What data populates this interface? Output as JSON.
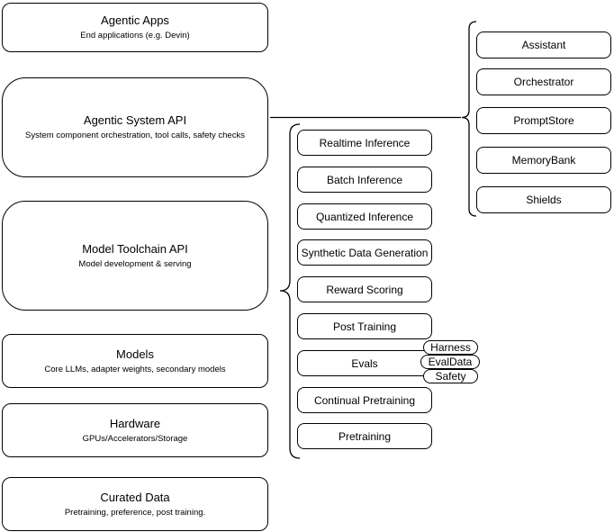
{
  "stack": [
    {
      "title": "Agentic Apps",
      "subtitle": "End applications (e.g. Devin)"
    },
    {
      "title": "Agentic System API",
      "subtitle": "System component orchestration, tool calls, safety checks"
    },
    {
      "title": "Model Toolchain API",
      "subtitle": "Model development & serving"
    },
    {
      "title": "Models",
      "subtitle": "Core LLMs, adapter weights, secondary models"
    },
    {
      "title": "Hardware",
      "subtitle": "GPUs/Accelerators/Storage"
    },
    {
      "title": "Curated Data",
      "subtitle": "Pretraining, preference, post training."
    }
  ],
  "toolchain_components": [
    "Realtime Inference",
    "Batch Inference",
    "Quantized Inference",
    "Synthetic Data Generation",
    "Reward Scoring",
    "Post Training",
    "Evals",
    "Continual Pretraining",
    "Pretraining"
  ],
  "evals_tags": [
    "Harness",
    "EvalData",
    "Safety"
  ],
  "agentic_components": [
    "Assistant",
    "Orchestrator",
    "PromptStore",
    "MemoryBank",
    "Shields"
  ],
  "colors": {
    "background": "#ffffff",
    "node_fill": "#ffffff",
    "node_border": "#000000",
    "text": "#000000"
  }
}
